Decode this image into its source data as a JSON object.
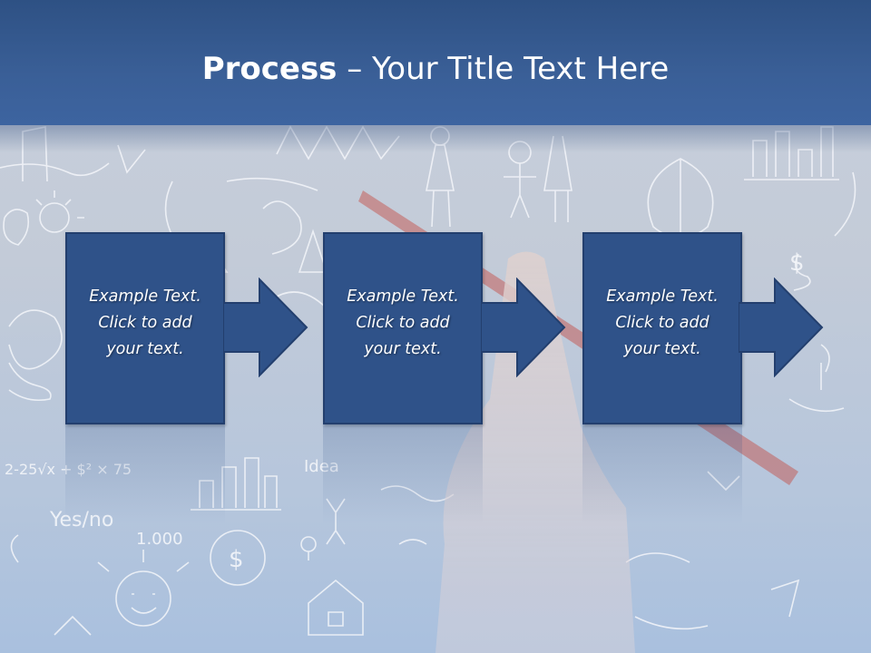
{
  "slide": {
    "title_bold": "Process",
    "title_rest": " – Your Title Text Here",
    "steps": [
      {
        "text": "Example Text.\nClick  to add\nyour text."
      },
      {
        "text": "Example Text.\nClick  to add\nyour text."
      },
      {
        "text": "Example Text.\nClick  to add\nyour text."
      }
    ],
    "background_sketch_text": {
      "yes_no": "Yes/no",
      "idea": "Idea",
      "formula": "2-25√x + $² × 75",
      "numbers": "1.000",
      "dollar": "$"
    }
  },
  "colors": {
    "title_bar": "#3a5f97",
    "step_fill": "#2f5289",
    "step_border": "#233f6e",
    "arrow_fill": "#2f5289"
  }
}
